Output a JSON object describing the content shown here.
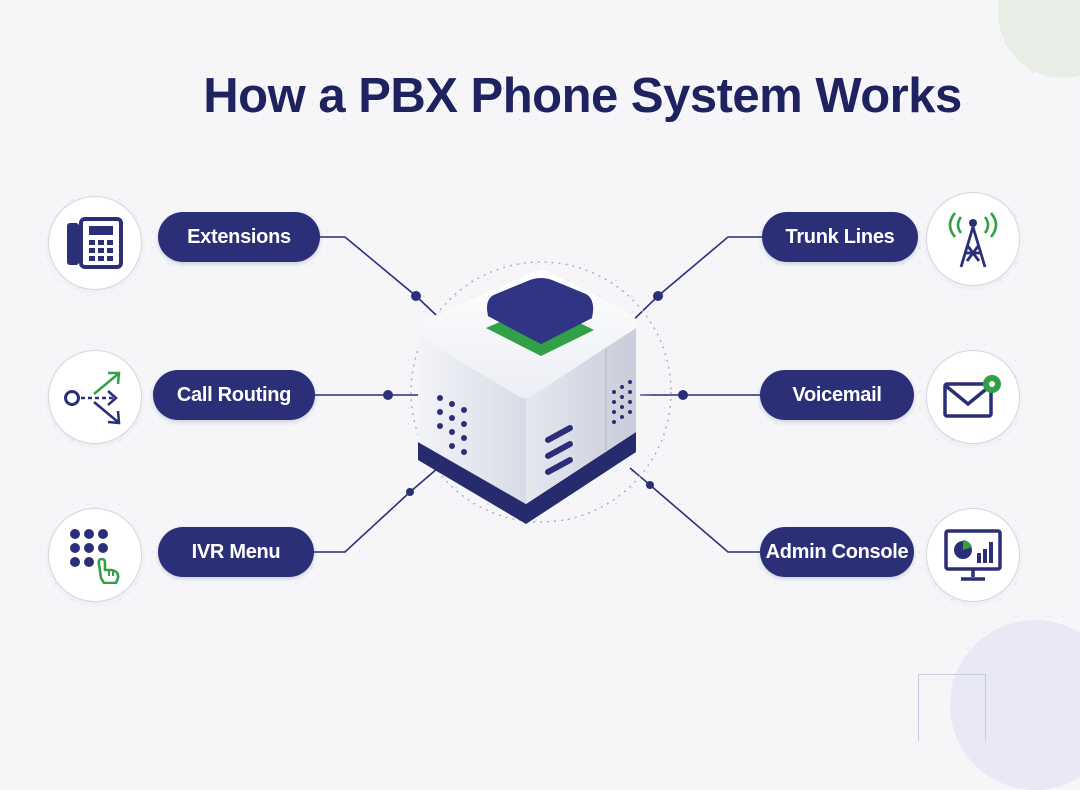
{
  "title": "How a PBX Phone System Works",
  "colors": {
    "navy": "#2a2f78",
    "dark_navy": "#1e2360",
    "green": "#33a047",
    "background": "#f6f6f9"
  },
  "hub": {
    "icon": "pbx-server-icon"
  },
  "features": [
    {
      "label": "Extensions",
      "icon": "desk-phone-icon"
    },
    {
      "label": "Call Routing",
      "icon": "call-routing-icon"
    },
    {
      "label": "IVR Menu",
      "icon": "keypad-touch-icon"
    },
    {
      "label": "Trunk Lines",
      "icon": "cell-tower-icon"
    },
    {
      "label": "Voicemail",
      "icon": "envelope-icon"
    },
    {
      "label": "Admin Console",
      "icon": "monitor-chart-icon"
    }
  ]
}
